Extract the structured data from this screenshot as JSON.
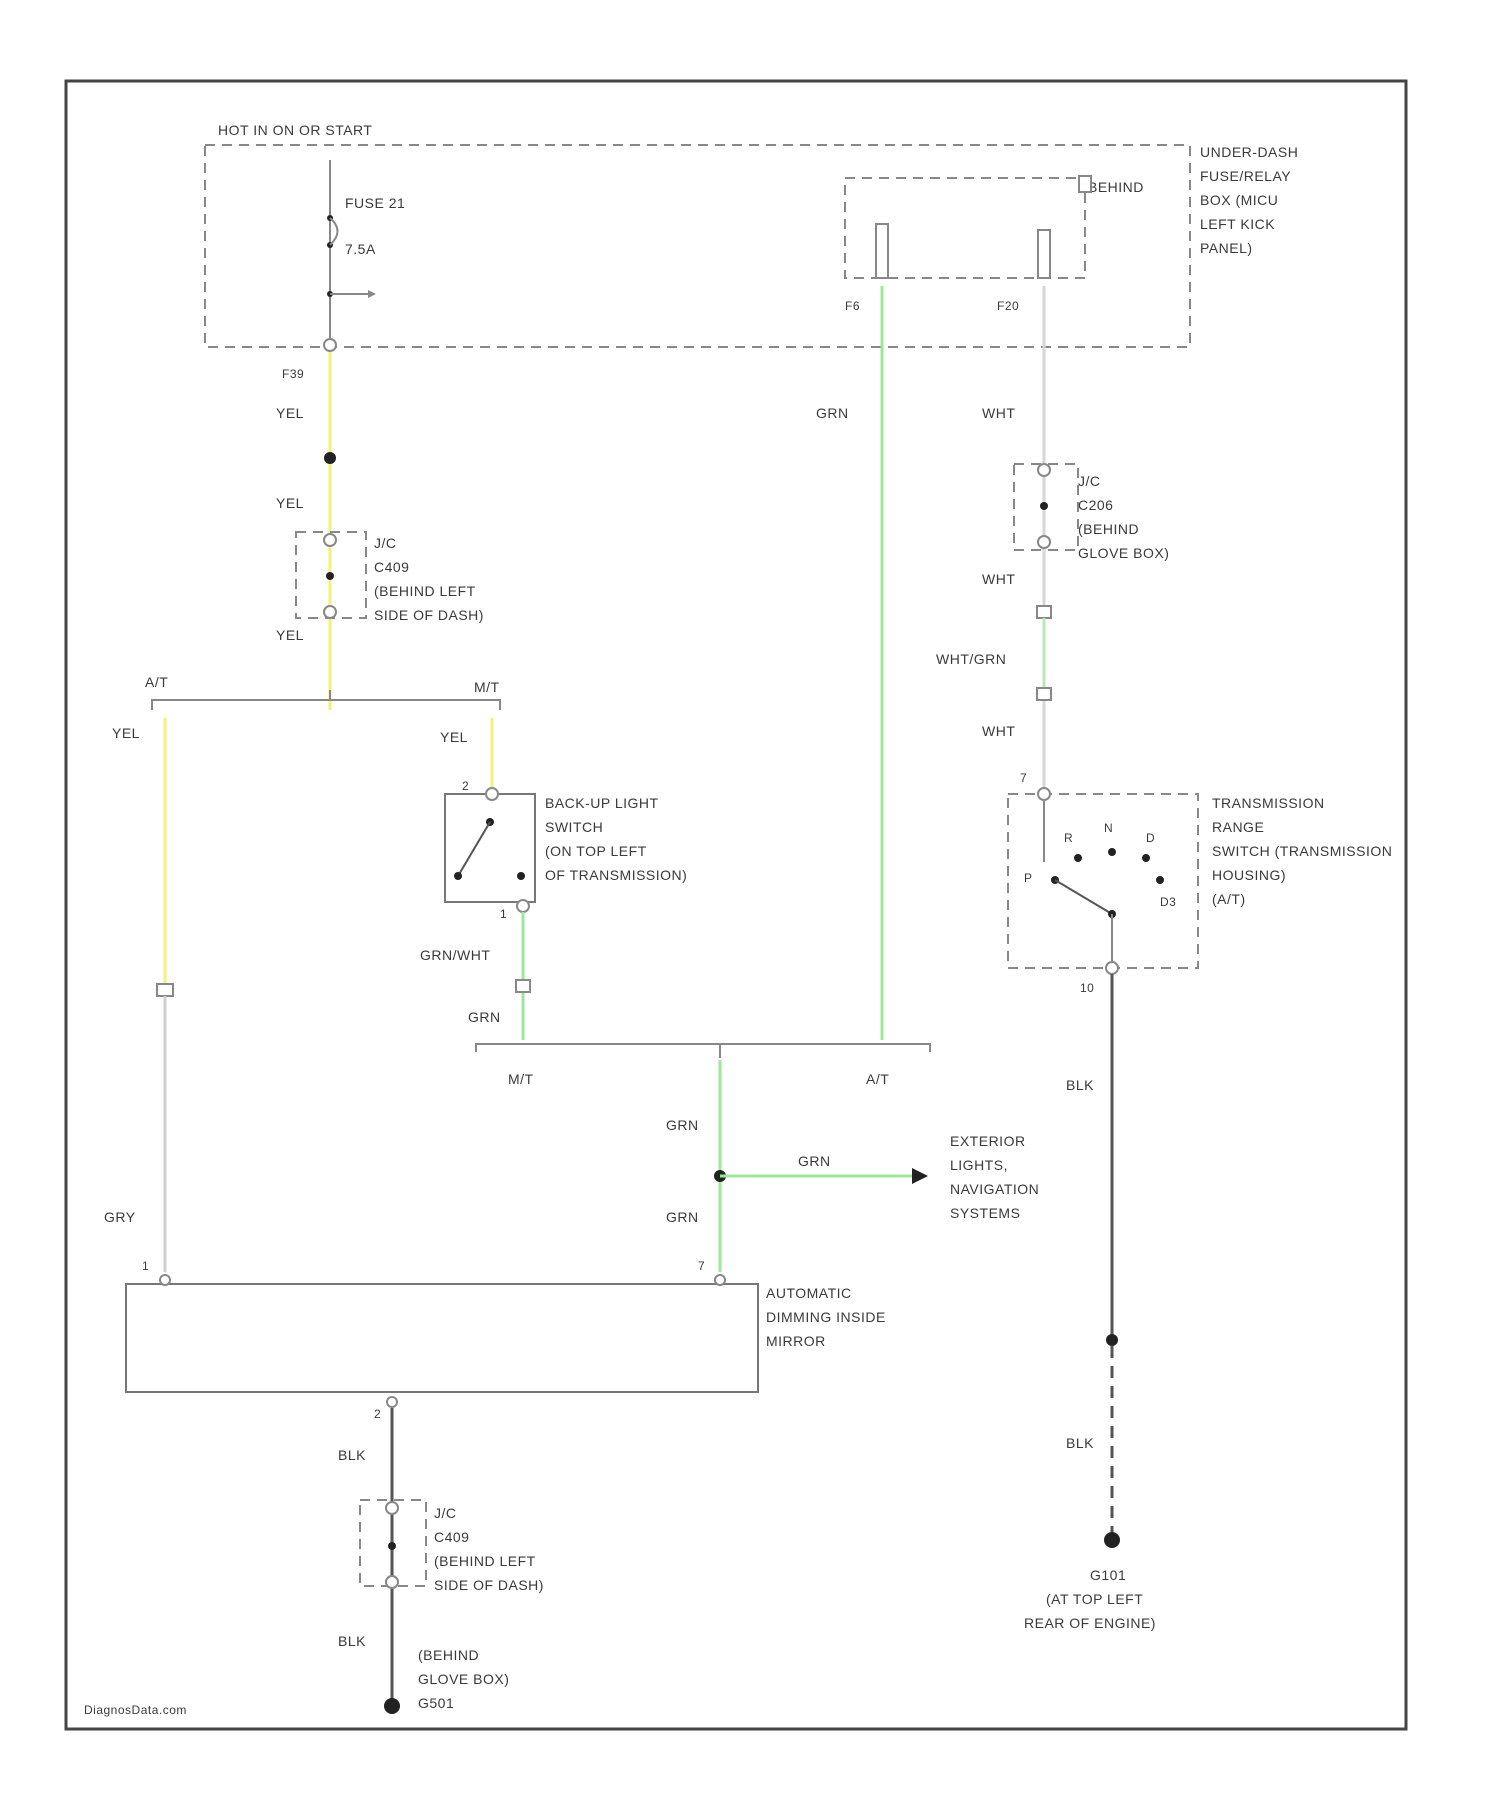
{
  "colors": {
    "yellow": "#f2f27a",
    "green": "#9be89b",
    "gray": "#bdbdbd",
    "black": "#555555"
  },
  "labels": {
    "hot_in_on": "HOT IN ON OR START",
    "fuse_name": "FUSE 21",
    "fuse_amp": "7.5A",
    "pin_f39": "F39",
    "underdash_box": [
      "UNDER-DASH",
      "FUSE/RELAY",
      "BOX (MICU",
      "LEFT KICK",
      "PANEL)"
    ],
    "behind": "BEHIND",
    "pin_f6": "F6",
    "pin_f20": "F20",
    "wire_yel": "YEL",
    "wire_grn": "GRN",
    "wire_wht": "WHT",
    "wire_wht_grn": "WHT/GRN",
    "wire_grn_wht": "GRN/WHT",
    "wire_gry": "GRY",
    "wire_blk": "BLK",
    "jc_c409": [
      "J/C",
      "C409",
      "(BEHIND LEFT",
      "SIDE OF DASH)"
    ],
    "jc_c206": [
      "J/C",
      "C206",
      "(BEHIND",
      "GLOVE BOX)"
    ],
    "at": "A/T",
    "mt": "M/T",
    "backup_switch": [
      "BACK-UP LIGHT",
      "SWITCH",
      "(ON TOP LEFT",
      "OF TRANSMISSION)"
    ],
    "trans_range": [
      "TRANSMISSION",
      "RANGE",
      "SWITCH (TRANSMISSION",
      "HOUSING)",
      "(A/T)"
    ],
    "gear_r": "R",
    "gear_n": "N",
    "gear_d": "D",
    "gear_p": "P",
    "gear_d3": "D3",
    "exterior_lights": [
      "EXTERIOR",
      "LIGHTS,",
      "NAVIGATION",
      "SYSTEMS"
    ],
    "mirror": [
      "AUTOMATIC",
      "DIMMING INSIDE",
      "MIRROR"
    ],
    "g101": [
      "G101",
      "(AT TOP LEFT",
      "REAR OF ENGINE)"
    ],
    "behind_glove": [
      "(BEHIND",
      "GLOVE BOX)",
      "G501"
    ],
    "pin_1": "1",
    "pin_2": "2",
    "pin_7": "7",
    "pin_10": "10",
    "watermark": "DiagnosData.com"
  }
}
